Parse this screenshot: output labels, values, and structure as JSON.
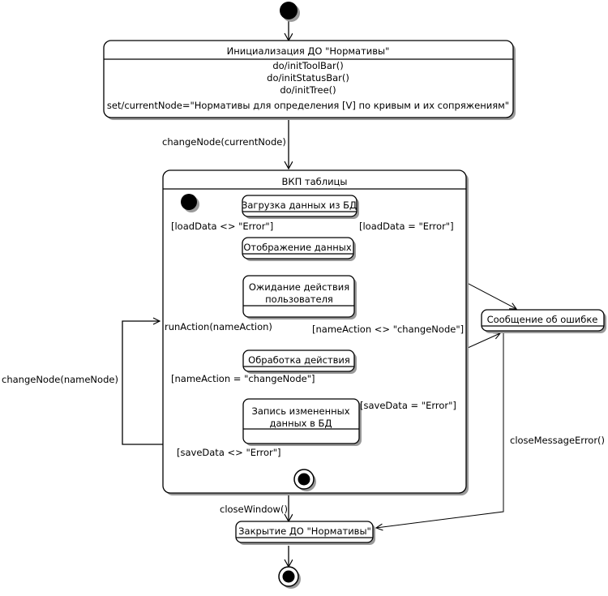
{
  "diagram": {
    "type": "uml-state-machine",
    "title": "",
    "background_color": "#ffffff",
    "line_color": "#000000",
    "shadow_color": "#9a9a9a"
  },
  "nodes": {
    "start": {
      "kind": "initial-node",
      "label": ""
    },
    "init_state": {
      "kind": "state",
      "title": "Инициализация ДО \"Нормативы\"",
      "body": [
        "do/initToolBar()",
        "do/initStatusBar()",
        "do/initTree()",
        "set/currentNode=\"Нормативы для определения [V] по кривым и их сопряжениям\""
      ]
    },
    "composite": {
      "kind": "composite-state",
      "title": "ВКП таблицы"
    },
    "inner_start": {
      "kind": "initial-node",
      "label": ""
    },
    "load_data": {
      "kind": "state",
      "title": "Загрузка данных из БД",
      "body": []
    },
    "show_data": {
      "kind": "state",
      "title": "Отображение данных",
      "body": []
    },
    "wait_action": {
      "kind": "state",
      "title": "Ожидание действия пользователя",
      "body": []
    },
    "process_action": {
      "kind": "state",
      "title": "Обработка действия",
      "body": []
    },
    "save_data": {
      "kind": "state",
      "title": "Запись измененных данных в БД",
      "body": []
    },
    "inner_final": {
      "kind": "final-node",
      "label": ""
    },
    "error_message": {
      "kind": "state",
      "title": "Сообщение об ошибке",
      "body": []
    },
    "close_state": {
      "kind": "state",
      "title": "Закрытие ДО \"Нормативы\"",
      "body": []
    },
    "final": {
      "kind": "final-node",
      "label": ""
    }
  },
  "transitions": [
    {
      "id": "t1",
      "from": "start",
      "to": "init_state",
      "label": ""
    },
    {
      "id": "t2",
      "from": "init_state",
      "to": "composite",
      "label": "changeNode(currentNode)"
    },
    {
      "id": "t3",
      "from": "inner_start",
      "to": "load_data",
      "label": ""
    },
    {
      "id": "t4",
      "from": "load_data",
      "to": "show_data",
      "label": "[loadData <> \"Error\"]"
    },
    {
      "id": "t5",
      "from": "load_data",
      "to": "error_message",
      "label": "[loadData = \"Error\"]"
    },
    {
      "id": "t6",
      "from": "show_data",
      "to": "wait_action",
      "label": ""
    },
    {
      "id": "t7",
      "from": "wait_action",
      "to": "process_action",
      "label": "runAction(nameAction)"
    },
    {
      "id": "t8",
      "from": "process_action",
      "to": "wait_action",
      "label": "[nameAction <> \"changeNode\"]"
    },
    {
      "id": "t9",
      "from": "process_action",
      "to": "save_data",
      "label": "[nameAction = \"changeNode\"]"
    },
    {
      "id": "t10",
      "from": "save_data",
      "to": "error_message",
      "label": "[saveData = \"Error\"]"
    },
    {
      "id": "t11",
      "from": "save_data",
      "to": "inner_final",
      "label": "[saveData <> \"Error\"]"
    },
    {
      "id": "t12",
      "from": "composite",
      "to": "composite",
      "label": "changeNode(nameNode)"
    },
    {
      "id": "t13",
      "from": "composite",
      "to": "close_state",
      "label": "closeWindow()"
    },
    {
      "id": "t14",
      "from": "error_message",
      "to": "close_state",
      "label": "closeMessageError()"
    },
    {
      "id": "t15",
      "from": "close_state",
      "to": "final",
      "label": ""
    }
  ],
  "labels": {
    "change_node_current": "changeNode(currentNode)",
    "load_data_ok": "[loadData <> \"Error\"]",
    "load_data_error": "[loadData = \"Error\"]",
    "run_action": "runAction(nameAction)",
    "name_action_other": "[nameAction <> \"changeNode\"]",
    "name_action_change": "[nameAction = \"changeNode\"]",
    "save_data_error": "[saveData = \"Error\"]",
    "save_data_ok": "[saveData <> \"Error\"]",
    "change_node_name": "changeNode(nameNode)",
    "close_window": "closeWindow()",
    "close_message_error": "closeMessageError()"
  }
}
